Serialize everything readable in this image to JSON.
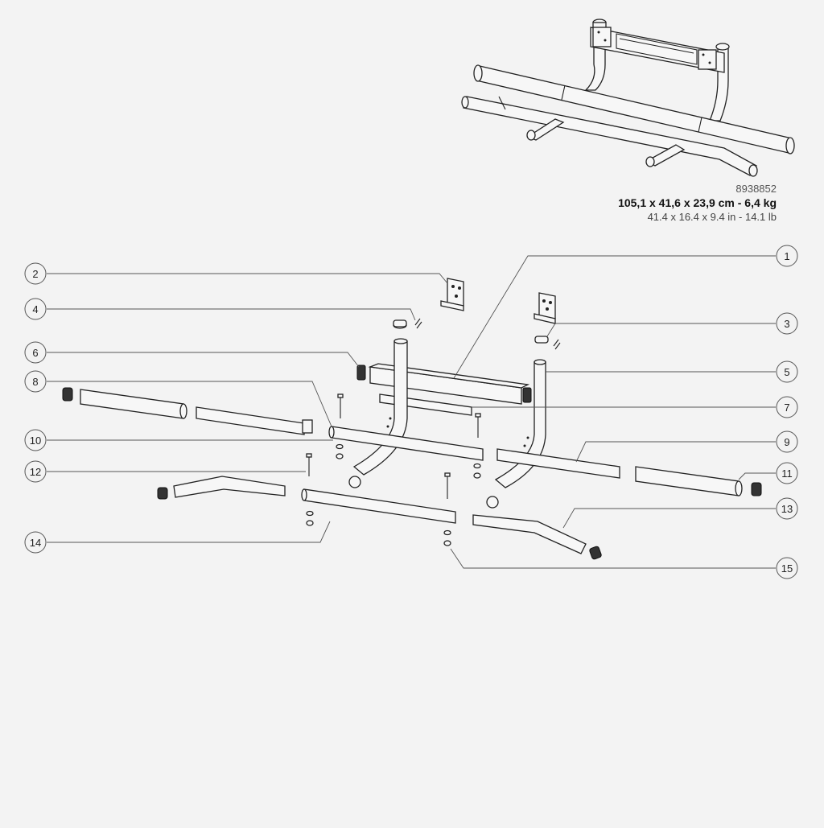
{
  "product": {
    "code": "8938852",
    "metric_spec": "105,1 x 41,6 x 23,9 cm - 6,4 kg",
    "imperial_spec": "41.4 x 16.4 x 9.4 in - 14.1 lb"
  },
  "callouts": [
    {
      "label": "1"
    },
    {
      "label": "2"
    },
    {
      "label": "3"
    },
    {
      "label": "4"
    },
    {
      "label": "5"
    },
    {
      "label": "6"
    },
    {
      "label": "7"
    },
    {
      "label": "8"
    },
    {
      "label": "9"
    },
    {
      "label": "10"
    },
    {
      "label": "11"
    },
    {
      "label": "12"
    },
    {
      "label": "13"
    },
    {
      "label": "14"
    },
    {
      "label": "15"
    }
  ],
  "colors": {
    "background": "#f3f3f3",
    "line": "#222222",
    "leader": "#555555"
  }
}
